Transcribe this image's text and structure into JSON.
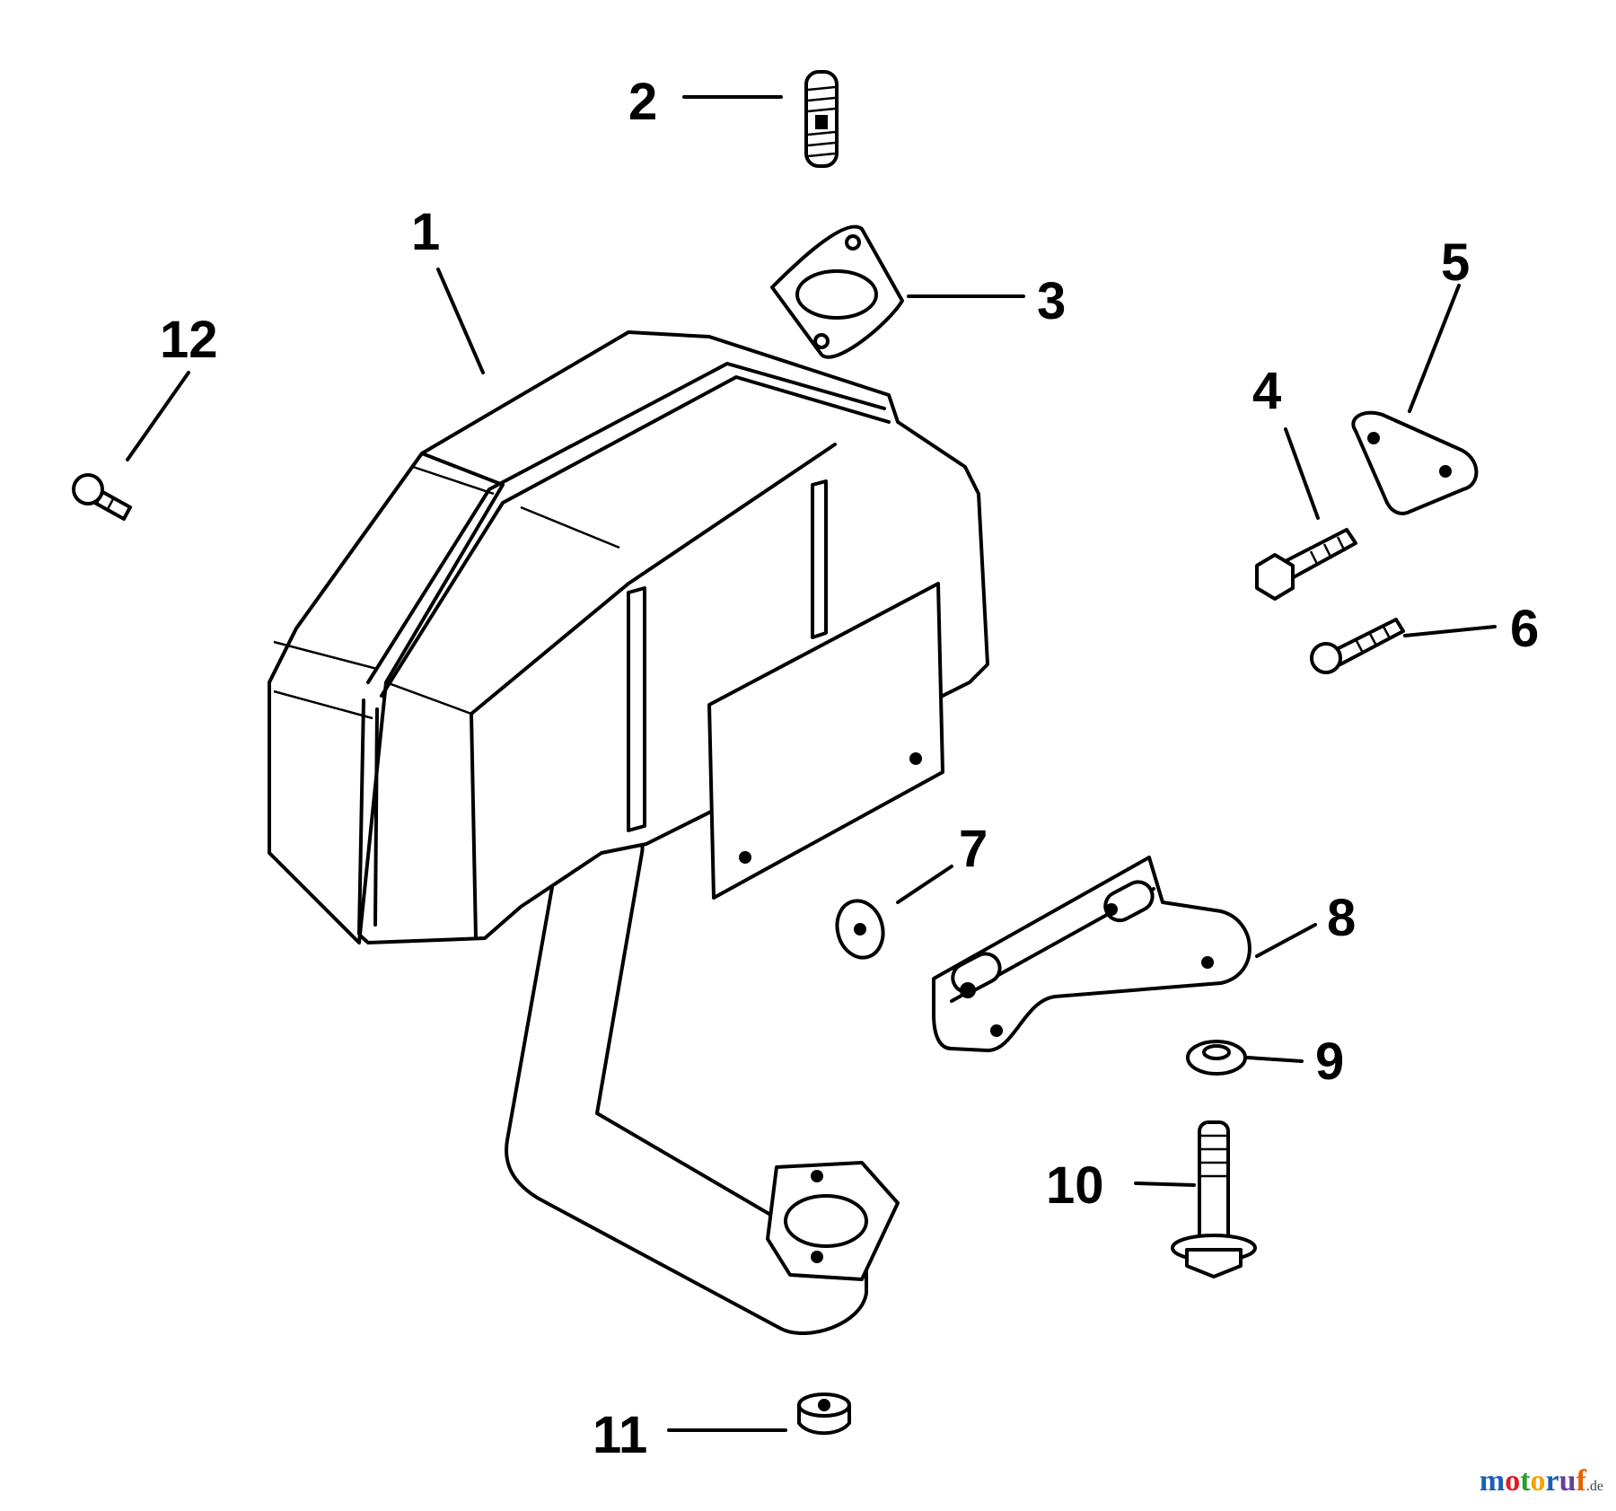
{
  "diagram": {
    "callouts": [
      {
        "id": "1",
        "label": "1"
      },
      {
        "id": "2",
        "label": "2"
      },
      {
        "id": "3",
        "label": "3"
      },
      {
        "id": "4",
        "label": "4"
      },
      {
        "id": "5",
        "label": "5"
      },
      {
        "id": "6",
        "label": "6"
      },
      {
        "id": "7",
        "label": "7"
      },
      {
        "id": "8",
        "label": "8"
      },
      {
        "id": "9",
        "label": "9"
      },
      {
        "id": "10",
        "label": "10"
      },
      {
        "id": "11",
        "label": "11"
      },
      {
        "id": "12",
        "label": "12"
      }
    ]
  },
  "watermark": {
    "text": "motoruf",
    "suffix": ".de",
    "colors": [
      "#1a5fb4",
      "#e01b24",
      "#2a9d2a",
      "#f5a300",
      "#1a5fb4",
      "#6a3d9a",
      "#e66100"
    ]
  }
}
